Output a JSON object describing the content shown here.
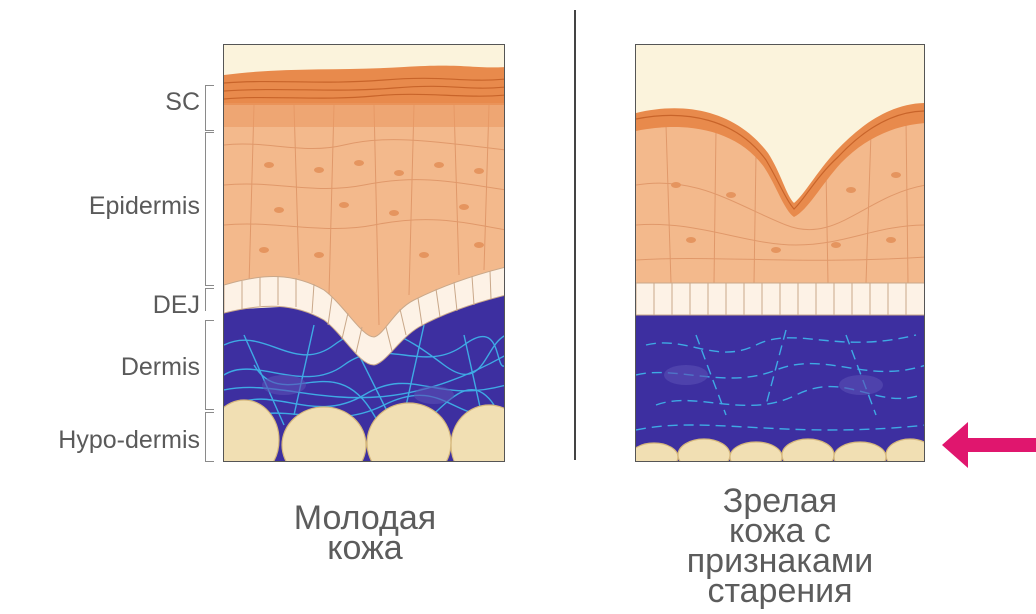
{
  "layer_labels": {
    "sc": "SC",
    "epidermis": "Epidermis",
    "dej": "DEJ",
    "dermis": "Dermis",
    "hypodermis": "Hypo-dermis"
  },
  "captions": {
    "young": [
      "Молодая",
      "кожа"
    ],
    "mature": [
      "Зрелая",
      "кожа с",
      "признаками",
      "старения"
    ]
  },
  "colors": {
    "sky": "#fbf3dc",
    "sc": "#e88a4c",
    "epidermis": "#f3b98c",
    "dej_cell": "#fdf2e6",
    "dermis": "#3d2fa0",
    "fiber": "#3fb8ec",
    "fat": "#f1dfb3",
    "arrow": "#e0166e"
  }
}
